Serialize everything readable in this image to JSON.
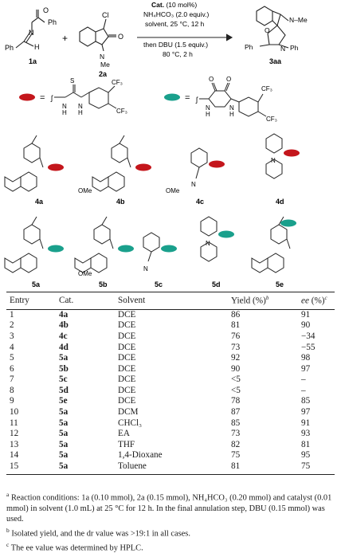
{
  "scheme": {
    "substrate1_label": "1a",
    "substrate2_label": "2a",
    "product_label": "3aa",
    "plus": "+",
    "cond_cat_bold": "Cat.",
    "cond_cat_amount": "(10 mol%)",
    "cond_base": "NH₄HCO₃ (2.0 equiv.)",
    "cond_solvent": "solvent, 25 °C, 12 h",
    "cond_then": "then DBU (1.5 equiv.)",
    "cond_temp": "80 °C, 2 h"
  },
  "legend": {
    "red_color": "#c4161c",
    "teal_color": "#1aa08c",
    "equals": "="
  },
  "catalyst_labels": [
    "4a",
    "4b",
    "4c",
    "4d",
    "5a",
    "5b",
    "5c",
    "5d",
    "5e"
  ],
  "table": {
    "headers": {
      "entry": "Entry",
      "cat": "Cat.",
      "solvent": "Solvent",
      "yield": "Yield (%)",
      "yield_sup": "b",
      "ee": "ee",
      "ee_unit": " (%)",
      "ee_sup": "c"
    },
    "rows": [
      [
        "1",
        "4a",
        "DCE",
        "86",
        "91"
      ],
      [
        "2",
        "4b",
        "DCE",
        "81",
        "90"
      ],
      [
        "3",
        "4c",
        "DCE",
        "76",
        "−34"
      ],
      [
        "4",
        "4d",
        "DCE",
        "73",
        "−55"
      ],
      [
        "5",
        "5a",
        "DCE",
        "92",
        "98"
      ],
      [
        "6",
        "5b",
        "DCE",
        "90",
        "97"
      ],
      [
        "7",
        "5c",
        "DCE",
        "<5",
        "–"
      ],
      [
        "8",
        "5d",
        "DCE",
        "<5",
        "–"
      ],
      [
        "9",
        "5e",
        "DCE",
        "78",
        "85"
      ],
      [
        "10",
        "5a",
        "DCM",
        "87",
        "97"
      ],
      [
        "11",
        "5a",
        "CHCl₃",
        "85",
        "91"
      ],
      [
        "12",
        "5a",
        "EA",
        "73",
        "93"
      ],
      [
        "13",
        "5a",
        "THF",
        "82",
        "81"
      ],
      [
        "14",
        "5a",
        "1,4-Dioxane",
        "75",
        "95"
      ],
      [
        "15",
        "5a",
        "Toluene",
        "81",
        "75"
      ]
    ]
  },
  "footnotes": {
    "a_mark": "a",
    "a_text": "Reaction conditions: 1a (0.10 mmol), 2a (0.15 mmol), NH₄HCO₃ (0.20 mmol) and catalyst (0.01 mmol) in solvent (1.0 mL) at 25 °C for 12 h. In the final annulation step, DBU (0.15 mmol) was used.",
    "b_mark": "b",
    "b_text": "Isolated yield, and the dr value was >19:1 in all cases.",
    "c_mark": "c",
    "c_text": "The ee value was determined by HPLC."
  }
}
